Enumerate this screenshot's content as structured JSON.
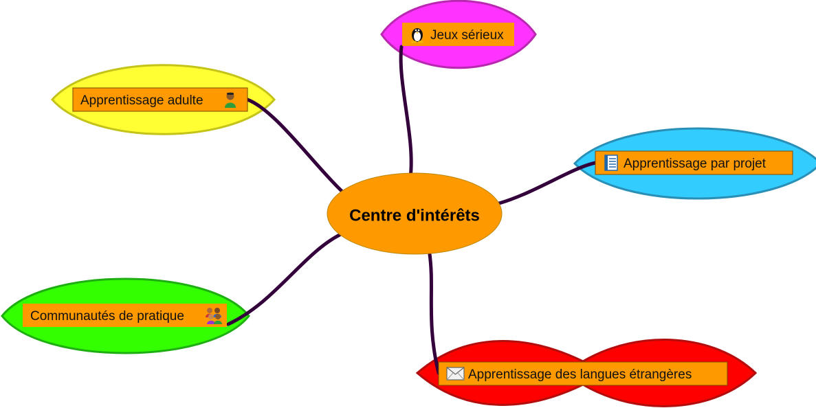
{
  "mindmap": {
    "center": {
      "label": "Centre d'intérêts",
      "color": "#ff9900"
    },
    "label_box_color": "#ff9900",
    "branch_color": "#33003b",
    "nodes": [
      {
        "id": "jeux",
        "label": "Jeux sérieux",
        "icon": "penguin-icon",
        "bubble_color": "#ff33ff"
      },
      {
        "id": "adulte",
        "label": "Apprentissage adulte",
        "icon": "person-icon",
        "bubble_color": "#ffff33"
      },
      {
        "id": "projet",
        "label": "Apprentissage par projet",
        "icon": "list-document-icon",
        "bubble_color": "#33ccff"
      },
      {
        "id": "communautes",
        "label": "Communautés de pratique",
        "icon": "group-people-icon",
        "bubble_color": "#33ff00"
      },
      {
        "id": "langues",
        "label": "Apprentissage des langues étrangères",
        "icon": "envelope-icon",
        "bubble_color": "#ff0000"
      }
    ]
  }
}
